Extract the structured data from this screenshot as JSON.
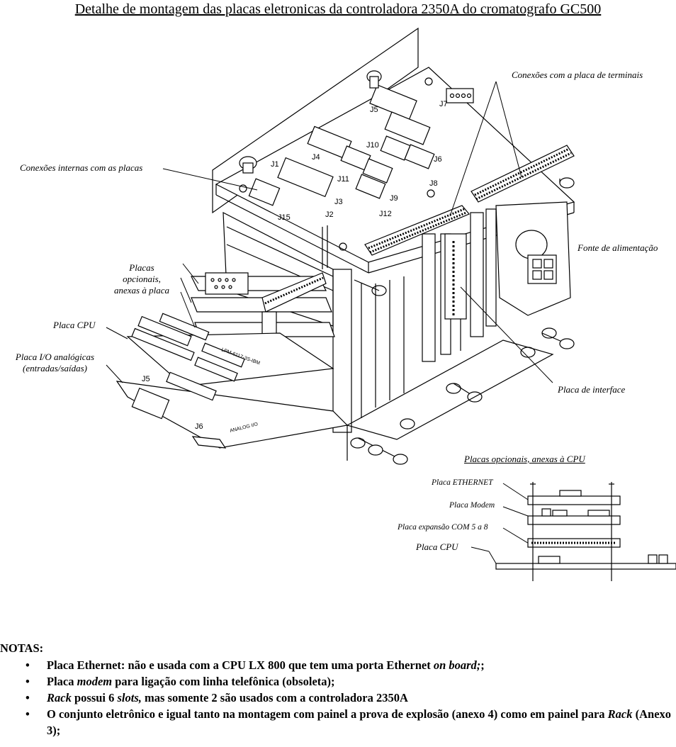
{
  "title": "Detalhe de montagem das placas eletronicas da controladora 2350A do cromatografo GC500",
  "labels": {
    "conexoes_terminais": "Conexões com a placa de  terminais",
    "conexoes_internas": "Conexões internas com  as placas",
    "fonte": "Fonte de alimentação",
    "placas_opcionais_1": "Placas",
    "placas_opcionais_2": "opcionais,",
    "placas_opcionais_3": "anexas à placa",
    "placa_cpu": "Placa CPU",
    "placa_io_1": "Placa I/O analógicas",
    "placa_io_2": "(entradas/saídas)",
    "placa_interface": "Placa de interface"
  },
  "connectors": {
    "j1": "J1",
    "j2": "J2",
    "j3": "J3",
    "j4": "J4",
    "j5": "J5",
    "j6": "J6",
    "j7": "J7",
    "j8": "J8",
    "j9": "J9",
    "j10": "J10",
    "j11": "J11",
    "j12": "J12",
    "j15": "J15",
    "j5_io": "J5",
    "j6_io": "J6"
  },
  "board_marks": {
    "cpu_code": "LPM-6117-3S-IBM",
    "analog_io": "ANALOG I/O"
  },
  "inset": {
    "title": "Placas opcionais, anexas à CPU",
    "ethernet": "Placa ETHERNET",
    "modem": "Placa Modem",
    "expansao": "Placa expansão COM 5 a 8",
    "cpu": "Placa CPU"
  },
  "notes": {
    "heading": "NOTAS:",
    "n1_a": "Placa Ethernet: não e usada com a CPU LX 800 que tem uma porta Ethernet ",
    "n1_b": "on board;",
    "n1_c": ";",
    "n2_a": "Placa ",
    "n2_b": "modem",
    "n2_c": " para ligação com linha telefônica (obsoleta);",
    "n3_a": "Rack",
    "n3_b": " possui 6 ",
    "n3_c": "slots,",
    "n3_d": " mas somente 2 são usados com a controladora 2350A",
    "n4_a": "O conjunto eletrônico e igual tanto na montagem com painel a prova de explosão (anexo 4) como em painel para ",
    "n4_b": "Rack",
    "n4_c": " (Anexo 3);"
  }
}
